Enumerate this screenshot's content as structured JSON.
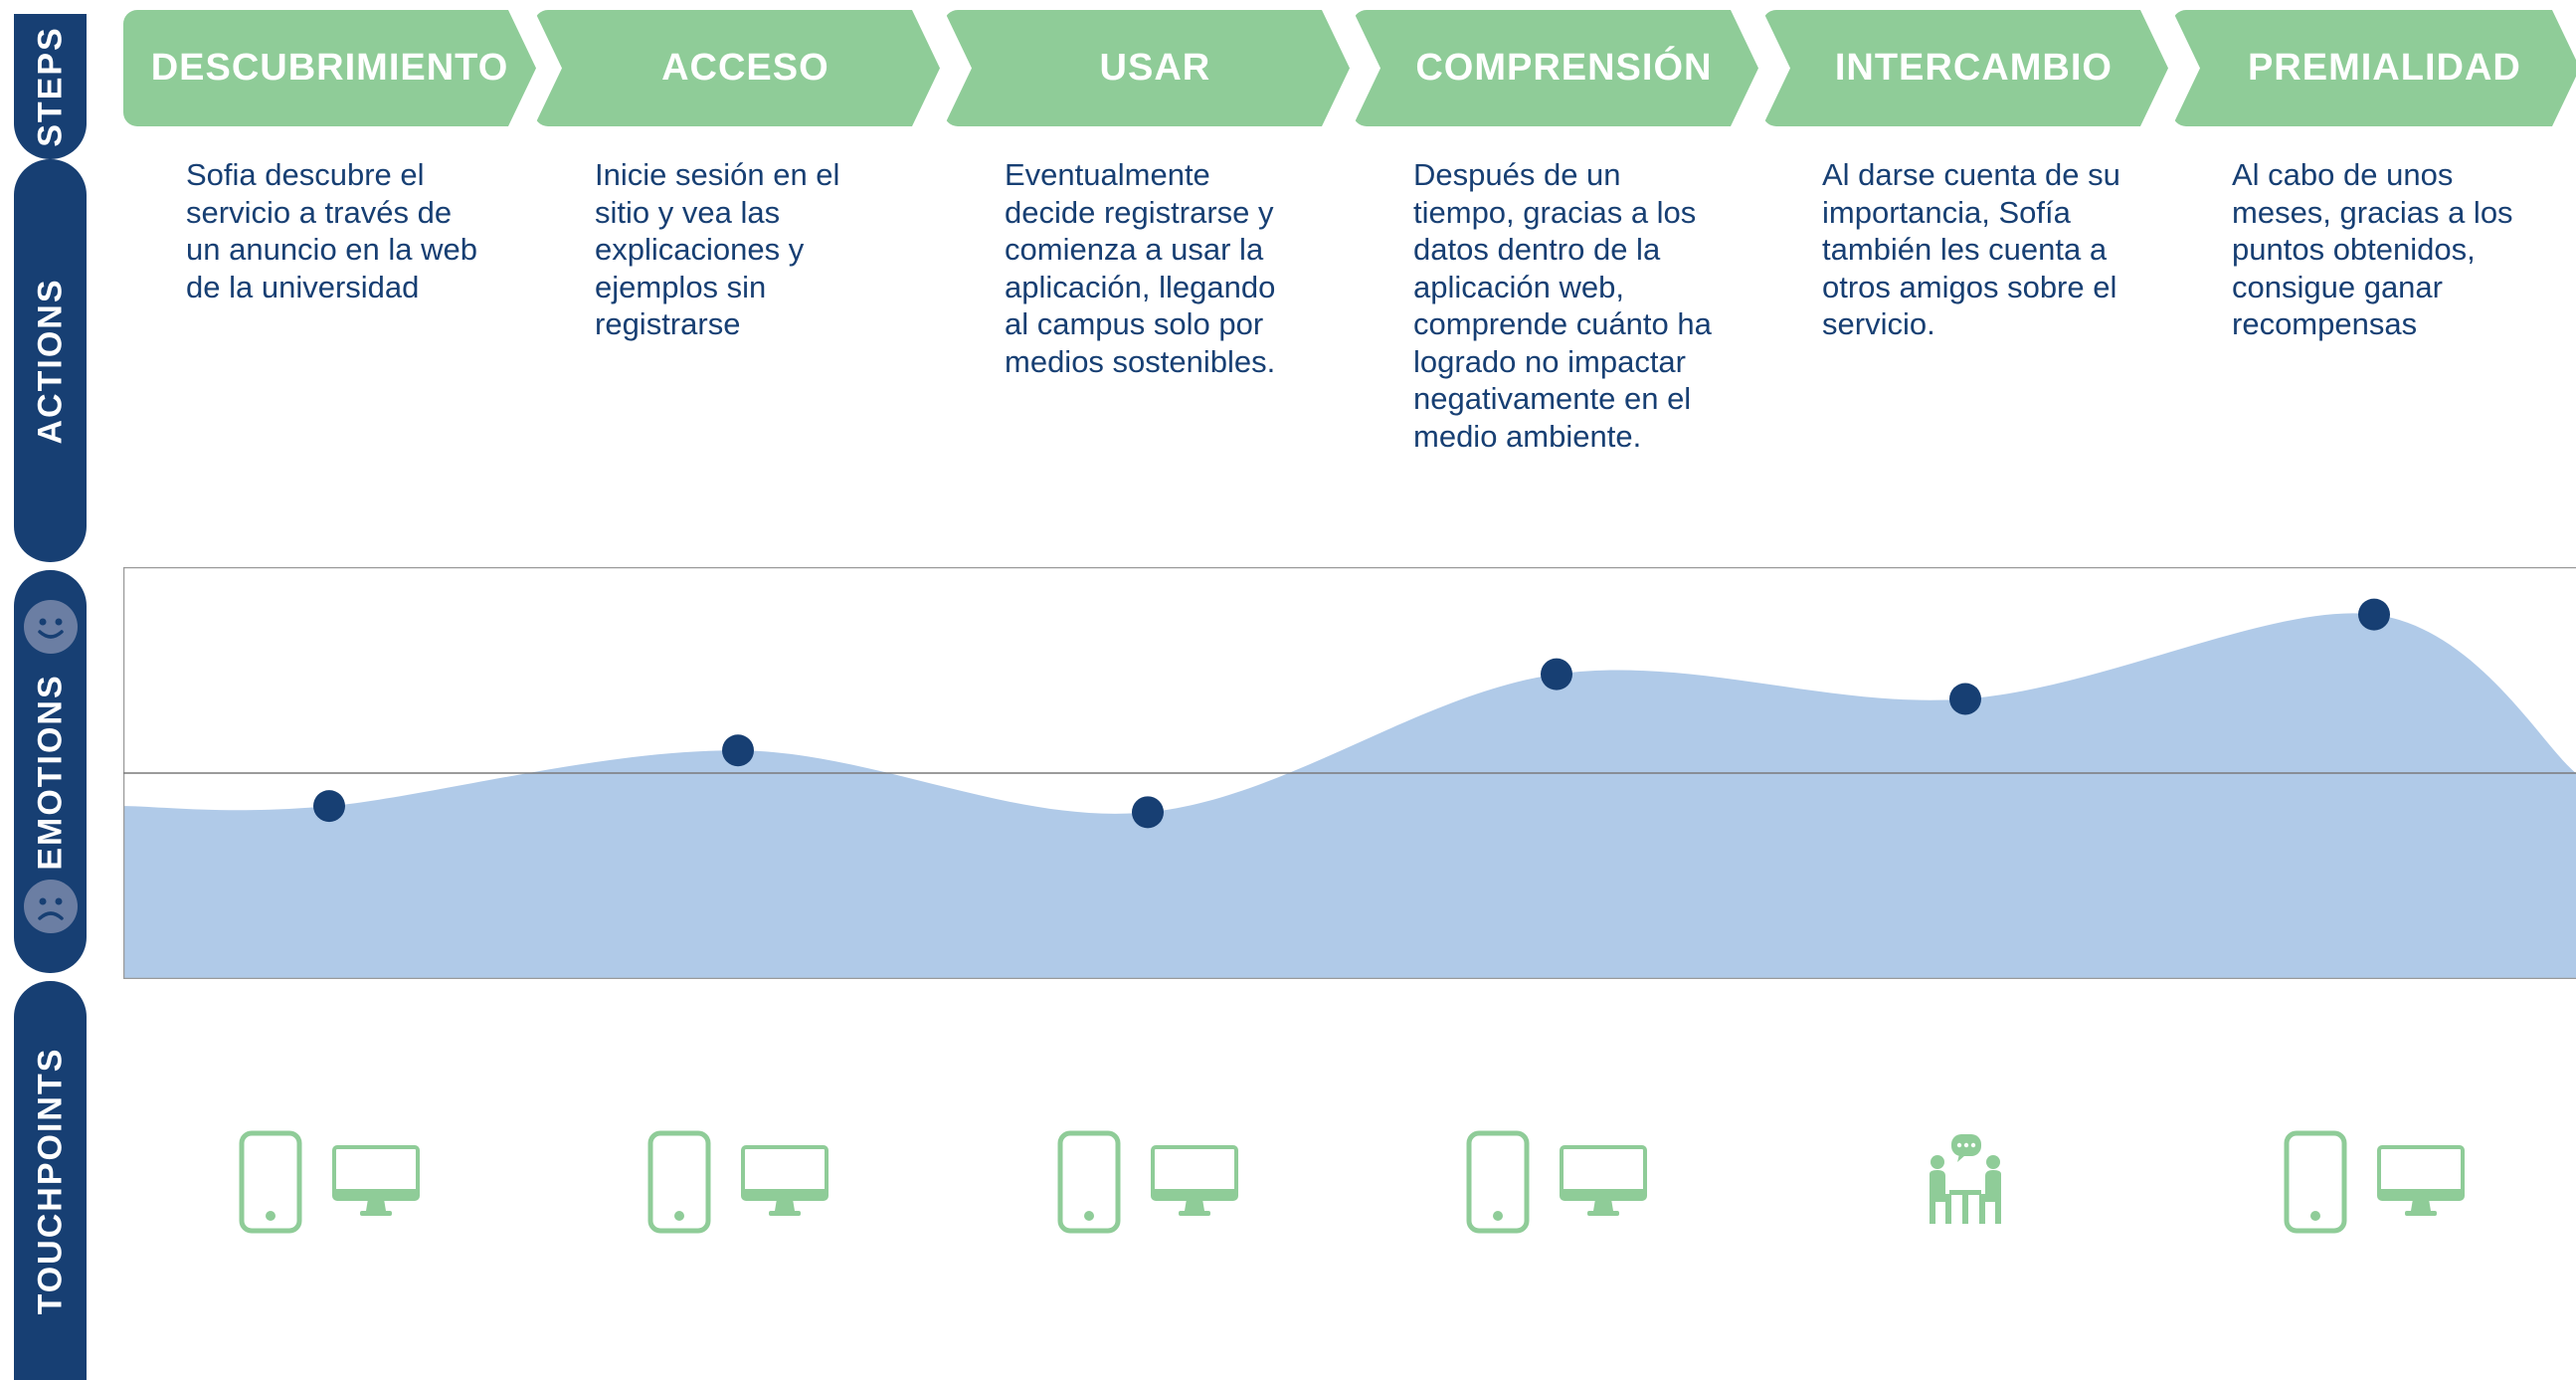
{
  "sidebar": {
    "steps": "STEPS",
    "actions": "ACTIONS",
    "emotions": "EMOTIONS",
    "touchpoints": "TOUCHPOINTS"
  },
  "steps": [
    "DESCUBRIMIENTO",
    "ACCESO",
    "USAR",
    "COMPRENSIÓN",
    "INTERCAMBIO",
    "PREMIALIDAD"
  ],
  "actions": [
    "Sofia descubre el servicio a través de un anuncio en la web de la universidad",
    "Inicie sesión en el sitio y vea las explicaciones y ejemplos sin registrarse",
    "Eventualmente decide registrarse y comienza a usar la aplicación, llegando al campus solo por medios sostenibles.",
    "Después de un tiempo, gracias a los datos dentro de la aplicación web, comprende cuánto ha logrado no impactar negativamente en el medio ambiente.",
    "Al darse cuenta de su importancia, Sofía también les cuenta a otros amigos sobre el servicio.",
    "Al cabo de unos meses, gracias a los puntos obtenidos, consigue ganar recompensas"
  ],
  "chart_data": {
    "type": "area",
    "categories": [
      "DESCUBRIMIENTO",
      "ACCESO",
      "USAR",
      "COMPRENSIÓN",
      "INTERCAMBIO",
      "PREMIALIDAD"
    ],
    "values": [
      -0.16,
      0.11,
      -0.19,
      0.48,
      0.36,
      0.77
    ],
    "ylim": [
      -1,
      1
    ],
    "fill_color": "#b0cae8",
    "point_color": "#173f73",
    "baseline": 0
  },
  "touchpoints": [
    [
      "mobile-phone-icon",
      "desktop-monitor-icon"
    ],
    [
      "mobile-phone-icon",
      "desktop-monitor-icon"
    ],
    [
      "mobile-phone-icon",
      "desktop-monitor-icon"
    ],
    [
      "mobile-phone-icon",
      "desktop-monitor-icon"
    ],
    [
      "conversation-people-icon"
    ],
    [
      "mobile-phone-icon",
      "desktop-monitor-icon"
    ]
  ],
  "colors": {
    "navy": "#173f73",
    "green": "#8fcc98",
    "light_blue": "#b0cae8",
    "face_gray": "#6b7ea3"
  }
}
